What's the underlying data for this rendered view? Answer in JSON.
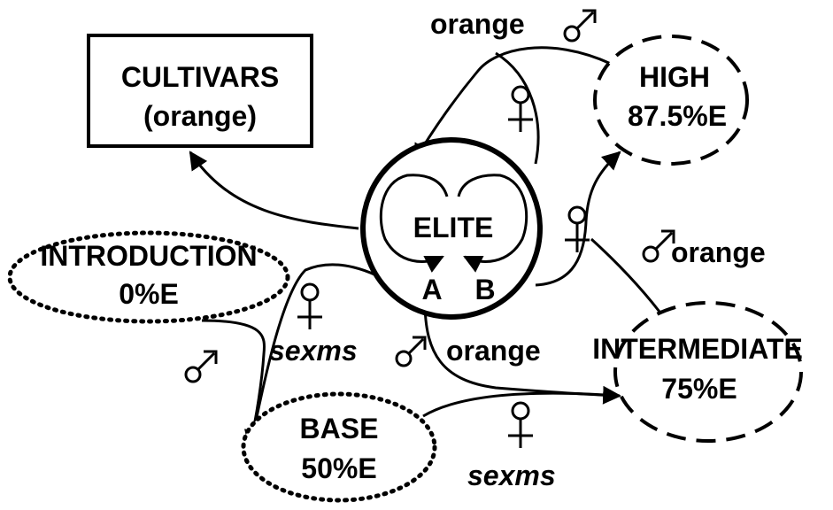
{
  "nodes": {
    "cultivars": {
      "line1": "CULTIVARS",
      "line2": "(orange)"
    },
    "high": {
      "line1": "HIGH",
      "line2": "87.5%E"
    },
    "elite": {
      "label": "ELITE",
      "sub_a": "A",
      "sub_b": "B"
    },
    "introduction": {
      "line1": "INTRODUCTION",
      "line2": "0%E"
    },
    "intermediate": {
      "line1": "INTERMEDIATE",
      "line2": "75%E"
    },
    "base": {
      "line1": "BASE",
      "line2": "50%E"
    }
  },
  "edge_labels": {
    "orange_top": "orange",
    "orange_right": "orange",
    "orange_mid": "orange",
    "sexms_left": "sexms",
    "sexms_bottom": "sexms"
  },
  "symbols": {
    "male": "male-symbol",
    "female": "female-symbol"
  },
  "colors": {
    "ink": "#000000",
    "background": "#ffffff"
  }
}
